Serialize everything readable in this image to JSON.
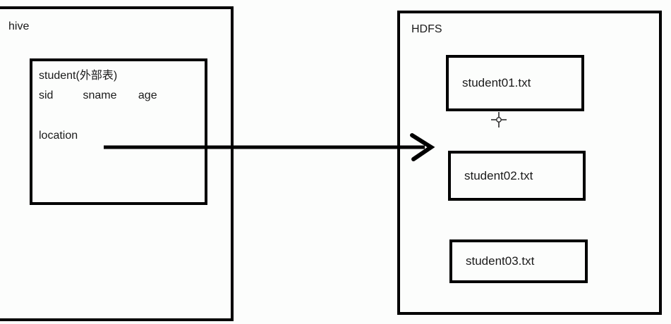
{
  "diagram": {
    "type": "hive-external-table-to-hdfs",
    "colors": {
      "line": "#000000",
      "background": "#fcfdfc",
      "text": "#1a1a1a"
    },
    "hive": {
      "label": "hive",
      "table": {
        "title": "student(外部表)",
        "columns": [
          "sid",
          "sname",
          "age"
        ],
        "location_label": "location"
      }
    },
    "hdfs": {
      "label": "HDFS",
      "files": [
        "student01.txt",
        "student02.txt",
        "student03.txt"
      ]
    },
    "arrow": {
      "from": "location",
      "to": "HDFS",
      "direction": "right"
    },
    "icons": {
      "cursor": "crosshair-cursor"
    }
  }
}
